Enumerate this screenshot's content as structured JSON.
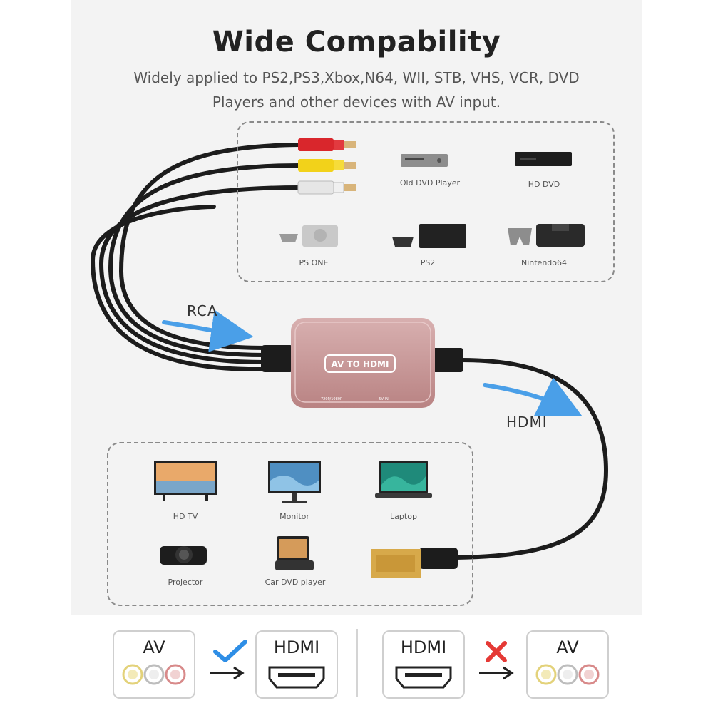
{
  "header": {
    "title": "Wide Compability",
    "subtitle_line1": "Widely applied to PS2,PS3,Xbox,N64, WII, STB, VHS, VCR, DVD",
    "subtitle_line2": "Players and other devices with AV input."
  },
  "input_devices": [
    {
      "label": "Old DVD Player",
      "icon": "dvd-player-icon"
    },
    {
      "label": "HD DVD",
      "icon": "hd-dvd-icon"
    },
    {
      "label": "PS ONE",
      "icon": "ps-one-console-icon"
    },
    {
      "label": "PS2",
      "icon": "ps2-console-icon"
    },
    {
      "label": "Nintendo64",
      "icon": "n64-console-icon"
    }
  ],
  "output_devices": [
    {
      "label": "HD TV",
      "icon": "tv-icon"
    },
    {
      "label": "Monitor",
      "icon": "monitor-icon"
    },
    {
      "label": "Laptop",
      "icon": "laptop-icon"
    },
    {
      "label": "Projector",
      "icon": "projector-icon"
    },
    {
      "label": "Car DVD player",
      "icon": "car-dvd-player-icon"
    }
  ],
  "converter": {
    "label": "AV TO HDMI",
    "port_left": "720P/1080P",
    "port_right": "5V IN"
  },
  "flow": {
    "input_label": "RCA",
    "output_label": "HDMI"
  },
  "compatibility": {
    "supported": {
      "from": "AV",
      "to": "HDMI",
      "status_icon": "checkmark-icon"
    },
    "unsupported": {
      "from": "HDMI",
      "to": "AV",
      "status_icon": "cross-icon"
    }
  },
  "colors": {
    "converter_body": "#c99a9a",
    "check": "#2e8ee6",
    "cross": "#e53935",
    "rca_red": "#d9262c",
    "rca_yellow": "#f2d21a",
    "rca_white": "#e6e6e6",
    "hdmi_gold": "#d7a94a",
    "arrow_blue": "#4a9fe8"
  }
}
